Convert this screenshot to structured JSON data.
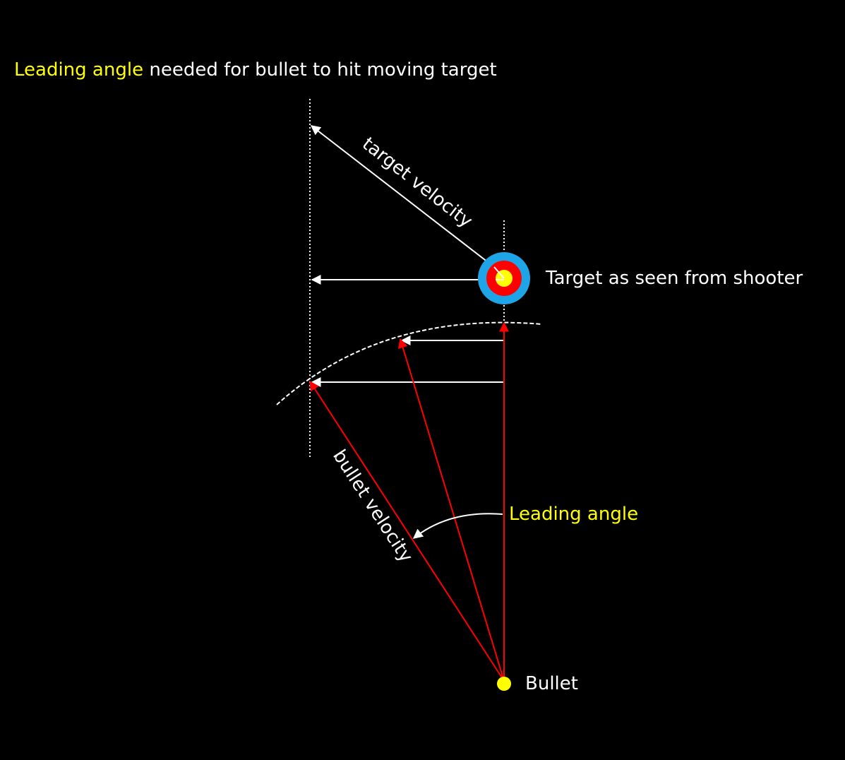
{
  "title": {
    "highlight": "Leading angle",
    "rest": " needed for bullet to hit moving target"
  },
  "labels": {
    "target_velocity": "target velocity",
    "target": "Target as seen from shooter",
    "bullet_velocity": "bullet velocity",
    "leading_angle": "Leading angle",
    "bullet": "Bullet"
  },
  "colors": {
    "background": "#000000",
    "highlight": "#ffff00",
    "text": "#ffffff",
    "bullet_path": "#ff0000",
    "target_outer": "#1ea5e8",
    "target_middle": "#ff0000",
    "target_inner": "#ffff00",
    "bullet_dot": "#ffff00"
  }
}
